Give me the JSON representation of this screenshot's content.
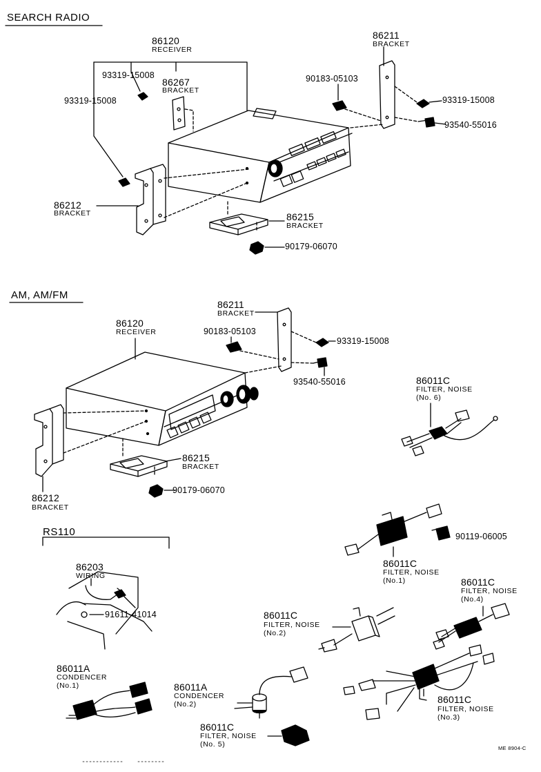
{
  "sections": {
    "search_radio": "SEARCH  RADIO",
    "am_amfm": "AM,  AM/FM",
    "rs110": "RS110"
  },
  "parts": {
    "p86120_a": {
      "num": "86120",
      "name": "RECEIVER"
    },
    "p86267": {
      "num": "86267",
      "name": "BRACKET"
    },
    "p86211_a": {
      "num": "86211",
      "name": "BRACKET"
    },
    "p86212_a": {
      "num": "86212",
      "name": "BRACKET"
    },
    "p86215_a": {
      "num": "86215",
      "name": "BRACKET"
    },
    "p86211_b": {
      "num": "86211",
      "name": "BRACKET"
    },
    "p86120_b": {
      "num": "86120",
      "name": "RECEIVER"
    },
    "p86215_b": {
      "num": "86215",
      "name": "BRACKET"
    },
    "p86212_b": {
      "num": "86212",
      "name": "BRACKET"
    },
    "p86011c_6": {
      "num": "86011C",
      "name": "FILTER, NOISE",
      "sub": "(No. 6)"
    },
    "p86011c_1": {
      "num": "86011C",
      "name": "FILTER, NOISE",
      "sub": "(No.1)"
    },
    "p86011c_4": {
      "num": "86011C",
      "name": "FILTER, NOISE",
      "sub": "(No.4)"
    },
    "p86011c_2": {
      "num": "86011C",
      "name": "FILTER, NOISE",
      "sub": "(No.2)"
    },
    "p86011c_3": {
      "num": "86011C",
      "name": "FILTER, NOISE",
      "sub": "(No.3)"
    },
    "p86011c_5": {
      "num": "86011C",
      "name": "FILTER, NOISE",
      "sub": "(No. 5)"
    },
    "p86203": {
      "num": "86203",
      "name": "WIRING"
    },
    "p86011a_1": {
      "num": "86011A",
      "name": "CONDENCER",
      "sub": "(No.1)"
    },
    "p86011a_2": {
      "num": "86011A",
      "name": "CONDENCER",
      "sub": "(No.2)"
    }
  },
  "fasteners": {
    "f93319_a1": "93319-15008",
    "f93319_a2": "93319-15008",
    "f90183_a": "90183-05103",
    "f93319_a3": "93319-15008",
    "f93540_a": "93540-55016",
    "f90179_a": "90179-06070",
    "f90183_b": "90183-05103",
    "f93319_b": "93319-15008",
    "f93540_b": "93540-55016",
    "f90179_b": "90179-06070",
    "f90119": "90119-06005",
    "f91611": "91611-41014"
  },
  "footer_code": "ME  8904-C"
}
